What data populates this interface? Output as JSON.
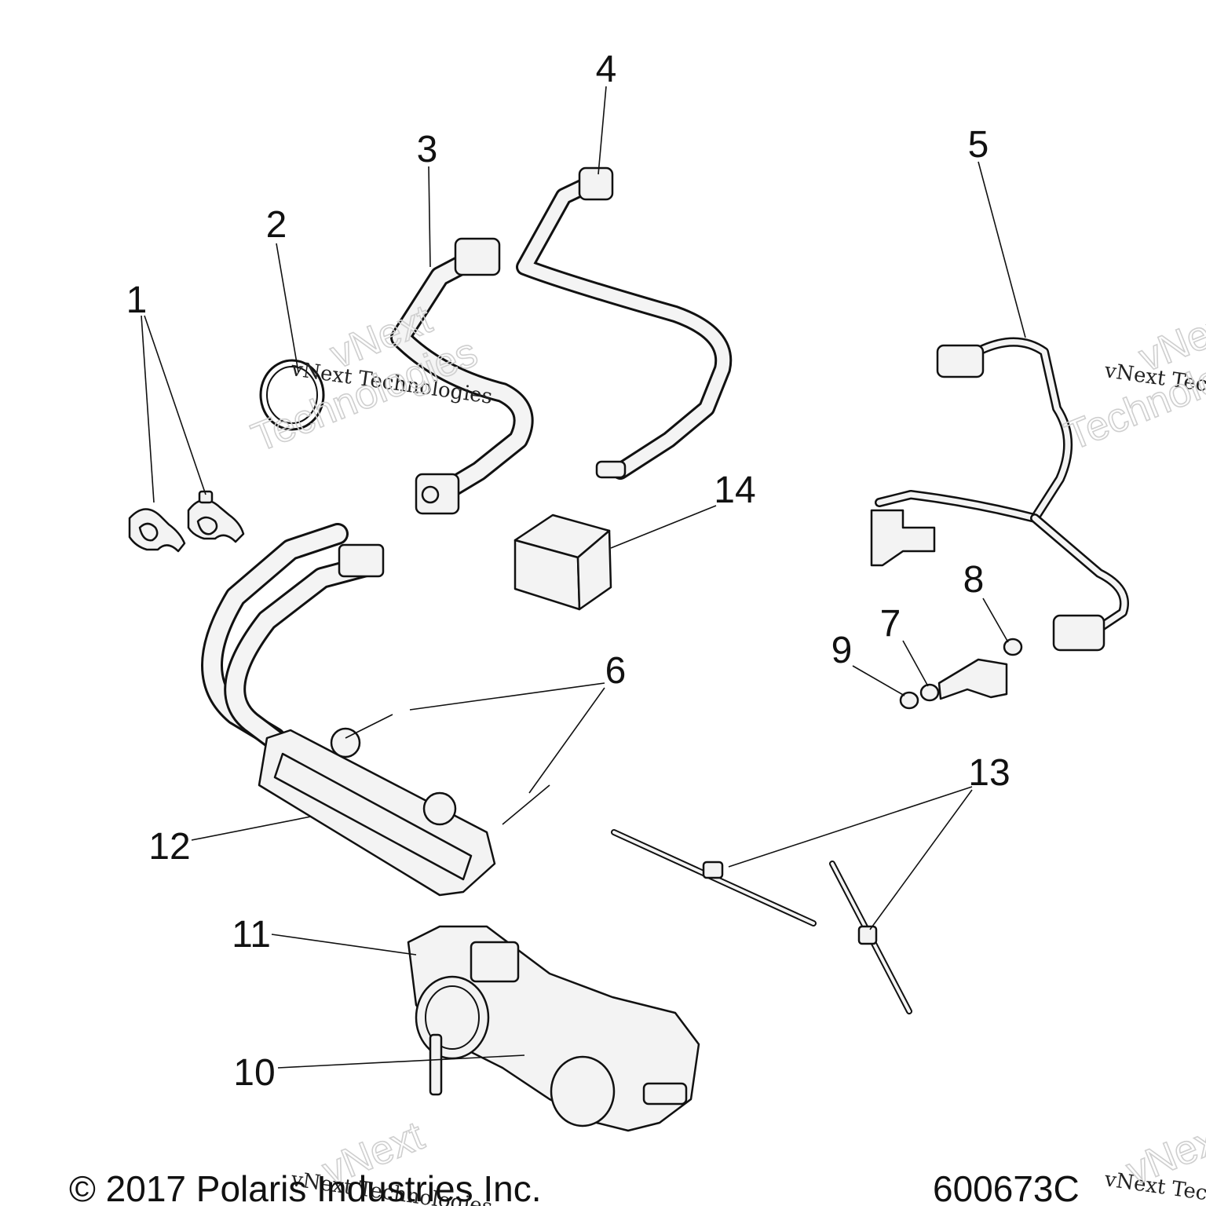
{
  "callouts": [
    {
      "id": "1",
      "label": "1"
    },
    {
      "id": "2",
      "label": "2"
    },
    {
      "id": "3",
      "label": "3"
    },
    {
      "id": "4",
      "label": "4"
    },
    {
      "id": "5",
      "label": "5"
    },
    {
      "id": "6",
      "label": "6"
    },
    {
      "id": "7",
      "label": "7"
    },
    {
      "id": "8",
      "label": "8"
    },
    {
      "id": "9",
      "label": "9"
    },
    {
      "id": "10",
      "label": "10"
    },
    {
      "id": "11",
      "label": "11"
    },
    {
      "id": "12",
      "label": "12"
    },
    {
      "id": "13",
      "label": "13"
    },
    {
      "id": "14",
      "label": "14"
    }
  ],
  "footer": {
    "copyright": "© 2017 Polaris Industries Inc.",
    "diagram_number": "600673C"
  },
  "watermark": {
    "company": "vNext Technologies",
    "word1": "vNext",
    "word2": "Technologies"
  }
}
